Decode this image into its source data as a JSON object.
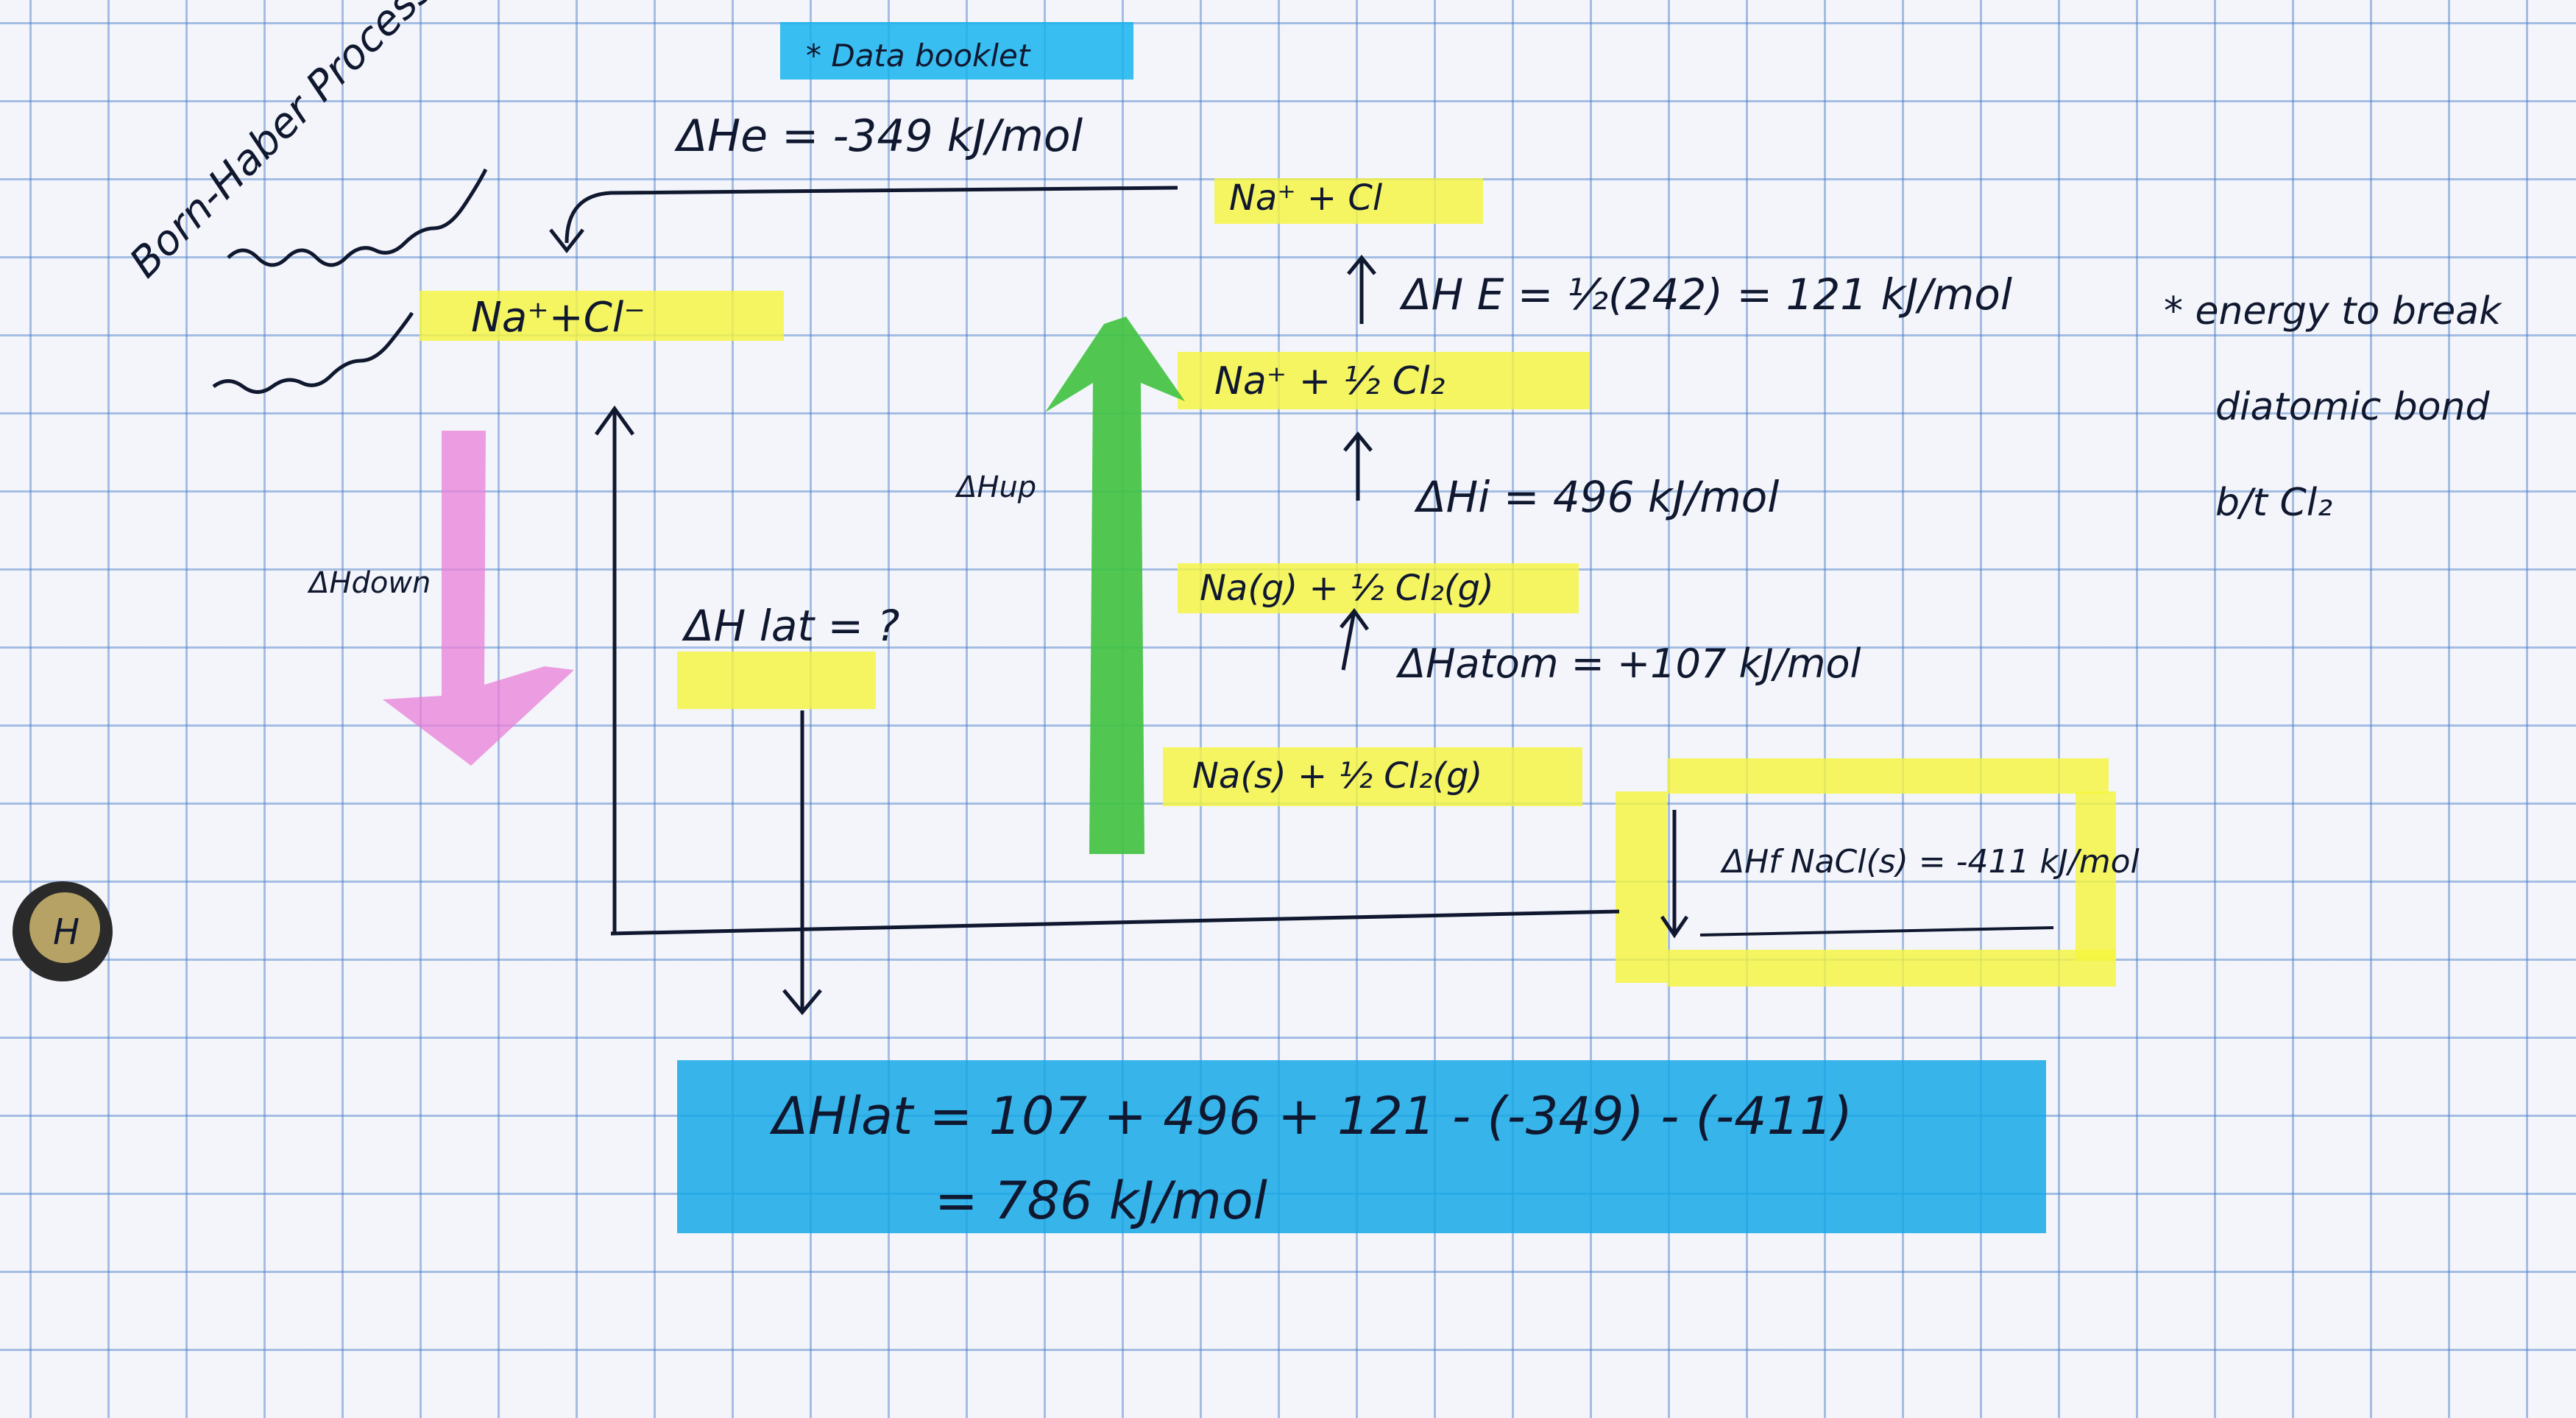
{
  "page": {
    "title": "Born-Haber Process",
    "data_booklet": "* Data booklet",
    "electron_affinity": "ΔHe = -349 kJ/mol",
    "ions_gas_top": "Na⁺ + Cl",
    "ions_gas_left": "Na⁺+Cl⁻",
    "bond_energy": "ΔH  E = ½(242) = 121 kJ/mol",
    "bond_energy_note_line1": "* energy to break",
    "bond_energy_note_line2": "diatomic bond",
    "bond_energy_note_line3": "b/t Cl₂",
    "ion_half_cl2": "Na⁺ + ½ Cl₂",
    "ionization": "ΔHi = 496 kJ/mol",
    "gas_state": "Na(g) + ½ Cl₂(g)",
    "atomization": "ΔHatom = +107 kJ/mol",
    "solid_state": "Na(s) + ½ Cl₂(g)",
    "formation": "ΔHf NaCl(s) = -411 kJ/mol",
    "down_label": "ΔHdown",
    "up_label": "ΔHup",
    "lattice_label": "ΔH lat = ?",
    "calc_line1": "ΔHlat = 107 + 496 + 121 - (-349) - (-411)",
    "calc_line2": "= 786 kJ/mol",
    "hole_label": "H"
  },
  "colors": {
    "paper": "#f3f5fa",
    "grid": "#4678c8",
    "ink": "#101830",
    "yellow_highlight": "#f5f53c",
    "blue_highlight": "#15a8e6",
    "green_arrow": "#3fc23f",
    "pink_arrow": "#e97fd8"
  }
}
